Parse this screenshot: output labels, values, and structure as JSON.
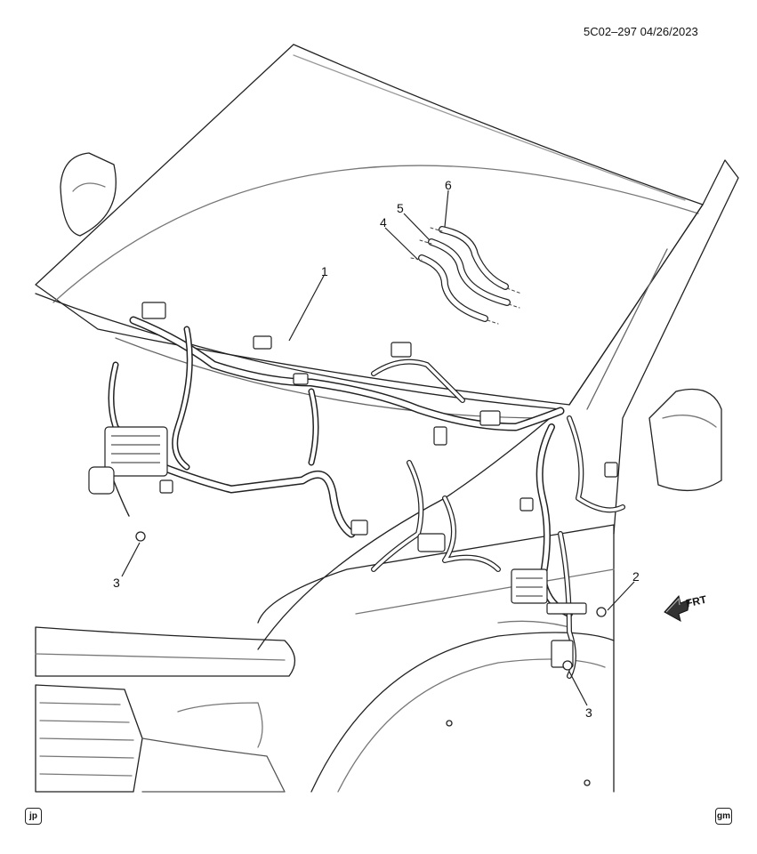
{
  "header": {
    "reference": "5C02–297  04/26/2023"
  },
  "callouts": [
    {
      "id": "c1",
      "label": "1"
    },
    {
      "id": "c2",
      "label": "2"
    },
    {
      "id": "c3a",
      "label": "3"
    },
    {
      "id": "c3b",
      "label": "3"
    },
    {
      "id": "c4",
      "label": "4"
    },
    {
      "id": "c5",
      "label": "5"
    },
    {
      "id": "c6",
      "label": "6"
    }
  ],
  "direction_indicator": {
    "label": "FRT",
    "icon": "front-arrow-icon"
  },
  "footer": {
    "left_badge": "jp",
    "right_badge": "gm"
  }
}
